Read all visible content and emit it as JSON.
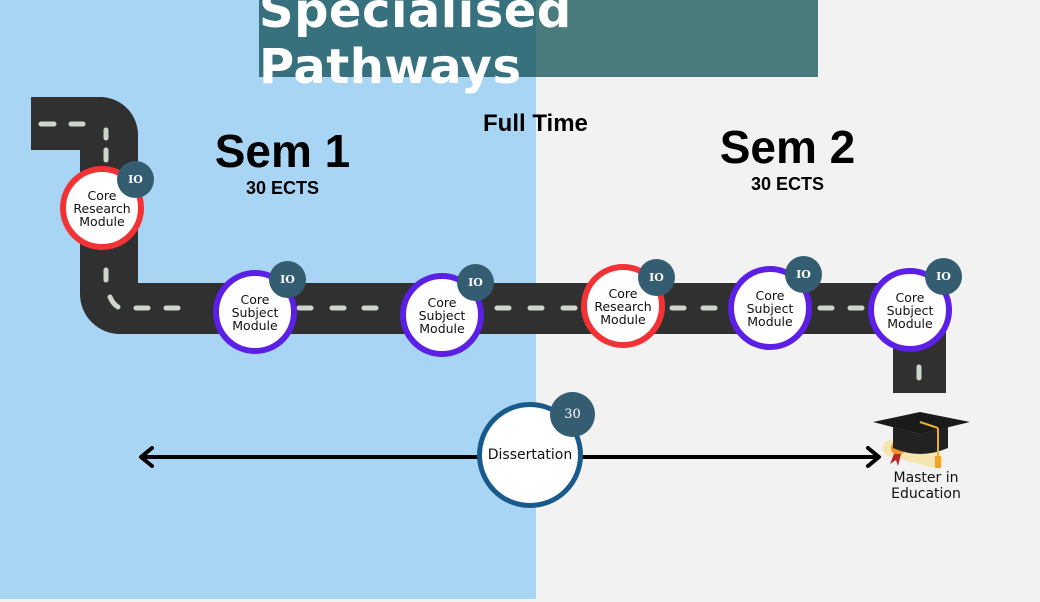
{
  "title": "Specialised Pathways",
  "mode_label": "Full Time",
  "semesters": [
    {
      "title": "Sem 1",
      "credits": "30 ECTS"
    },
    {
      "title": "Sem 2",
      "credits": "30 ECTS"
    }
  ],
  "modules": [
    {
      "label": "Core\nResearch\nModule",
      "type": "research",
      "credits": "IO"
    },
    {
      "label": "Core\nSubject\nModule",
      "type": "subject",
      "credits": "IO"
    },
    {
      "label": "Core\nSubject\nModule",
      "type": "subject",
      "credits": "IO"
    },
    {
      "label": "Core\nResearch\nModule",
      "type": "research",
      "credits": "IO"
    },
    {
      "label": "Core\nSubject\nModule",
      "type": "subject",
      "credits": "IO"
    },
    {
      "label": "Core\nSubject\nModule",
      "type": "subject",
      "credits": "IO"
    }
  ],
  "dissertation": {
    "label": "Dissertation",
    "credits": "30"
  },
  "outcome": {
    "label": "Master in\nEducation",
    "icon": "graduation-cap-icon"
  },
  "colors": {
    "sem1_bg": "#a9d5f4",
    "sem2_bg": "#f2f2f2",
    "title_bg": "#36717d",
    "research_ring": "#f23235",
    "subject_ring": "#5c1fe6",
    "badge": "#345d72",
    "dissertation_ring": "#195a8c",
    "road": "#303030"
  }
}
